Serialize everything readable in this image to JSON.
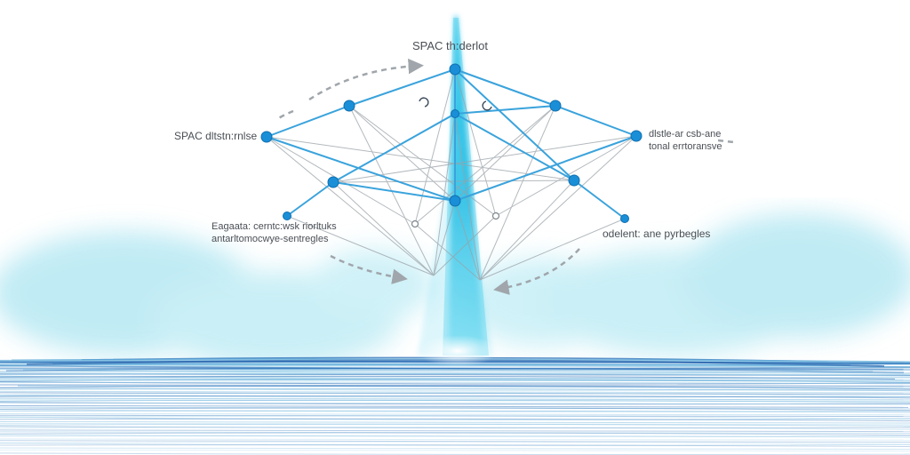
{
  "labels": {
    "top": "SPAC th:derlot",
    "left": "SPAC dltstn:rnlse",
    "right_line1": "dlstle-ar csb-ane",
    "right_line2": "tonal errtoransve",
    "lower_left_line1": "Eagaata: cerntc:wsk riorltuks",
    "lower_left_line2": "antarltomocwye-sentregles",
    "lower_right": "odelent: ane pyrbegles"
  },
  "colors": {
    "beam": "#2ec8ea",
    "node": "#1a8fd8",
    "edge_blue": "#3aa3dc",
    "edge_gray": "#9aa2a8",
    "arrow": "#a0a6ab",
    "ripple": "#2a6fb8",
    "haze": "#8fdcec"
  }
}
